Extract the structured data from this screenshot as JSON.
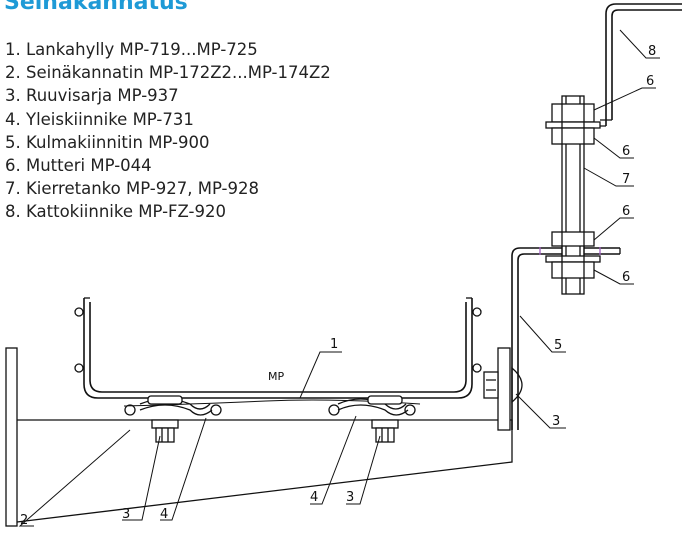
{
  "title": "Seinäkannatus",
  "legend": [
    "1. Lankahylly MP-719...MP-725",
    "2. Seinäkannatin MP-172Z2...MP-174Z2",
    "3. Ruuvisarja MP-937",
    "4. Yleiskiinnike MP-731",
    "5. Kulmakiinnitin MP-900",
    "6. Mutteri MP-044",
    "7. Kierretanko MP-927, MP-928",
    "8. Kattokiinnike MP-FZ-920"
  ],
  "tray_marking": "MP",
  "callouts": {
    "c1": "1",
    "c2": "2",
    "c3a": "3",
    "c3b": "3",
    "c3c": "3",
    "c4a": "4",
    "c4b": "4",
    "c5": "5",
    "c6a": "6",
    "c6b": "6",
    "c6c": "6",
    "c6d": "6",
    "c7": "7",
    "c8": "8"
  },
  "colors": {
    "title": "#1e9ad6",
    "line": "#111111"
  }
}
